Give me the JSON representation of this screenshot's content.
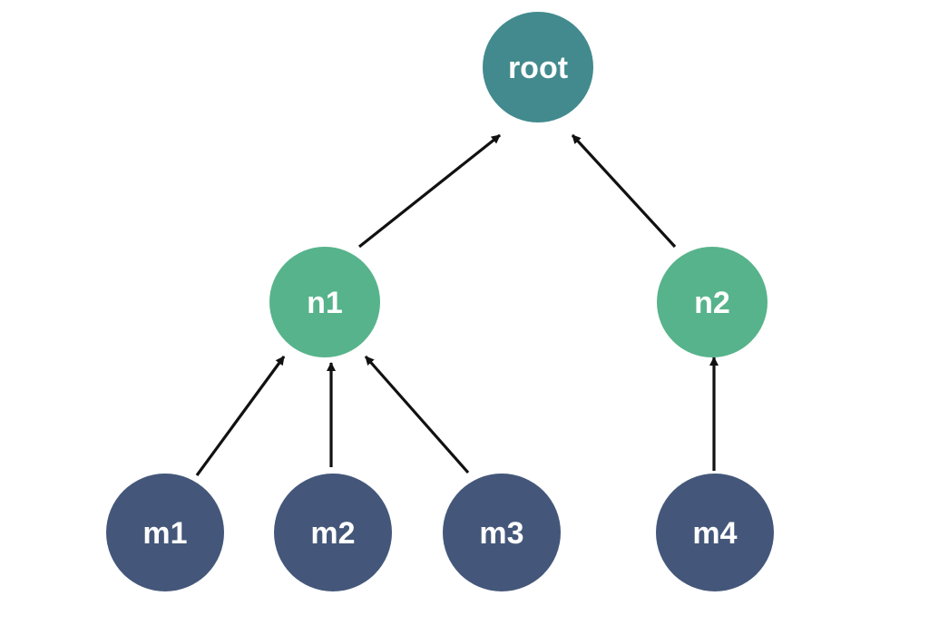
{
  "diagram": {
    "nodes": {
      "root": {
        "label": "root",
        "level": "root"
      },
      "n1": {
        "label": "n1",
        "level": "middle"
      },
      "n2": {
        "label": "n2",
        "level": "middle"
      },
      "m1": {
        "label": "m1",
        "level": "leaf"
      },
      "m2": {
        "label": "m2",
        "level": "leaf"
      },
      "m3": {
        "label": "m3",
        "level": "leaf"
      },
      "m4": {
        "label": "m4",
        "level": "leaf"
      }
    },
    "edges": [
      {
        "from": "n1",
        "to": "root"
      },
      {
        "from": "n2",
        "to": "root"
      },
      {
        "from": "m1",
        "to": "n1"
      },
      {
        "from": "m2",
        "to": "n1"
      },
      {
        "from": "m3",
        "to": "n1"
      },
      {
        "from": "m4",
        "to": "n2"
      }
    ],
    "colors": {
      "root": "#428a8e",
      "middle": "#57b38b",
      "leaf": "#44577a",
      "edge": "#111111",
      "label": "#ffffff"
    }
  }
}
